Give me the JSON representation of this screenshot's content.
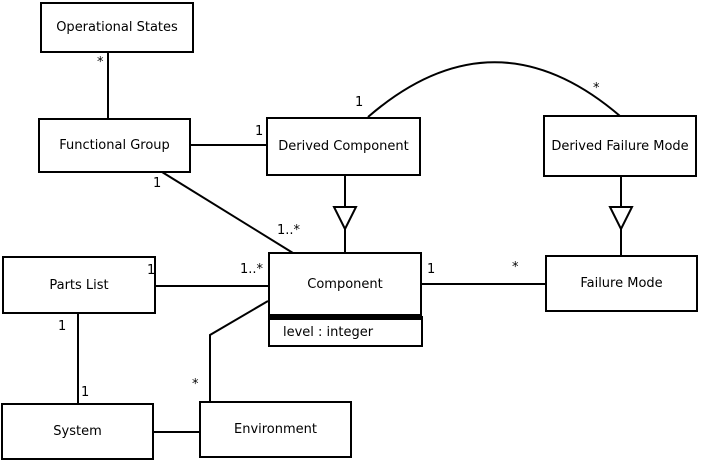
{
  "diagram": {
    "kind": "uml-class-diagram",
    "classes": {
      "operational_states": {
        "name": "Operational States"
      },
      "functional_group": {
        "name": "Functional Group"
      },
      "derived_component": {
        "name": "Derived Component"
      },
      "derived_failure_mode": {
        "name": "Derived Failure Mode"
      },
      "parts_list": {
        "name": "Parts List"
      },
      "component": {
        "name": "Component",
        "attributes": [
          "level : integer"
        ]
      },
      "failure_mode": {
        "name": "Failure Mode"
      },
      "system": {
        "name": "System"
      },
      "environment": {
        "name": "Environment"
      }
    },
    "multiplicities": {
      "os_fg": "*",
      "fg_dc": "1",
      "fg_component_near_fg": "1",
      "fg_component_near_component": "1..*",
      "arc_near_dc": "1",
      "arc_near_dfm": "*",
      "pl_component_near_pl": "1",
      "pl_component_near_component": "1..*",
      "component_fm_near_component": "1",
      "component_fm_near_fm": "*",
      "pl_system_near_pl": "1",
      "pl_system_near_system": "1",
      "env_component_near_env": "*"
    },
    "relationships": [
      {
        "from": "Operational States",
        "to": "Functional Group",
        "type": "association",
        "from_multiplicity": "*"
      },
      {
        "from": "Functional Group",
        "to": "Derived Component",
        "type": "association",
        "to_multiplicity": "1"
      },
      {
        "from": "Functional Group",
        "to": "Component",
        "type": "association",
        "from_multiplicity": "1",
        "to_multiplicity": "1..*"
      },
      {
        "from": "Derived Component",
        "to": "Component",
        "type": "generalization"
      },
      {
        "from": "Derived Component",
        "to": "Derived Failure Mode",
        "type": "association",
        "from_multiplicity": "1",
        "to_multiplicity": "*",
        "shape": "arc"
      },
      {
        "from": "Derived Failure Mode",
        "to": "Failure Mode",
        "type": "generalization"
      },
      {
        "from": "Parts List",
        "to": "Component",
        "type": "association",
        "from_multiplicity": "1",
        "to_multiplicity": "1..*"
      },
      {
        "from": "Component",
        "to": "Failure Mode",
        "type": "association",
        "from_multiplicity": "1",
        "to_multiplicity": "*"
      },
      {
        "from": "Parts List",
        "to": "System",
        "type": "association",
        "from_multiplicity": "1",
        "to_multiplicity": "1"
      },
      {
        "from": "Environment",
        "to": "Component",
        "type": "association",
        "from_multiplicity": "*"
      },
      {
        "from": "System",
        "to": "Environment",
        "type": "association"
      }
    ],
    "colors": {
      "line": "#000000",
      "box_fill": "#ffffff",
      "text": "#000000",
      "background": "#ffffff"
    }
  }
}
